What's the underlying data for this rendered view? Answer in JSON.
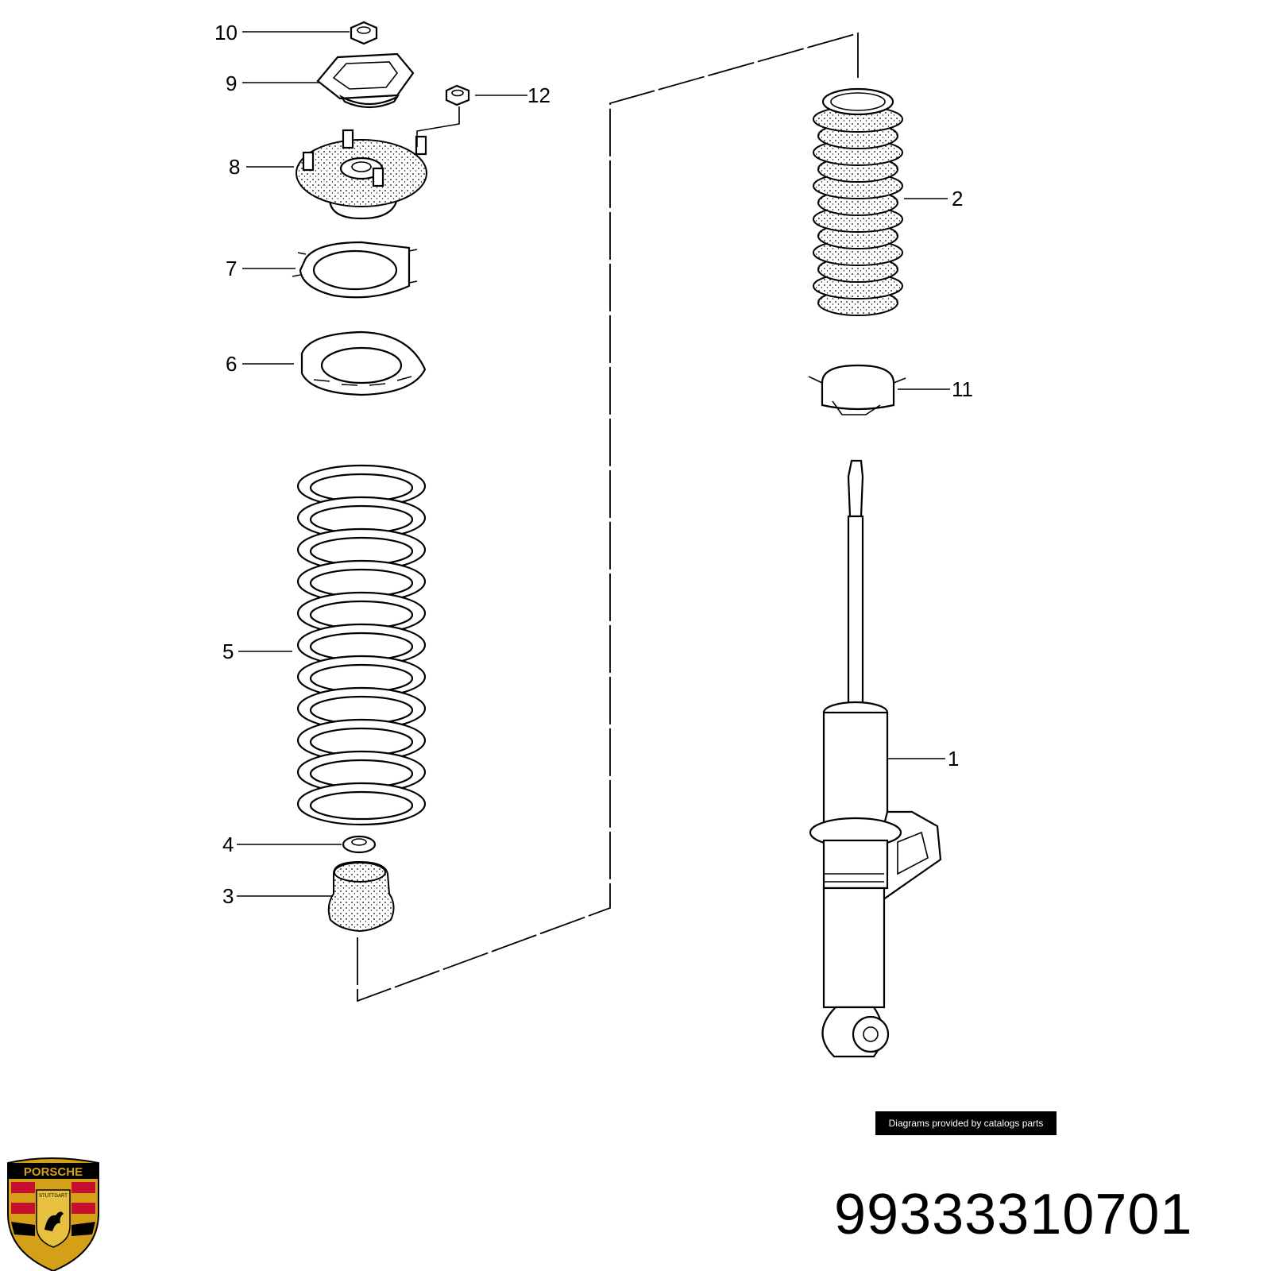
{
  "diagram": {
    "callouts": [
      {
        "id": "1",
        "label": "1"
      },
      {
        "id": "2",
        "label": "2"
      },
      {
        "id": "3",
        "label": "3"
      },
      {
        "id": "4",
        "label": "4"
      },
      {
        "id": "5",
        "label": "5"
      },
      {
        "id": "6",
        "label": "6"
      },
      {
        "id": "7",
        "label": "7"
      },
      {
        "id": "8",
        "label": "8"
      },
      {
        "id": "9",
        "label": "9"
      },
      {
        "id": "10",
        "label": "10"
      },
      {
        "id": "11",
        "label": "11"
      },
      {
        "id": "12",
        "label": "12"
      }
    ]
  },
  "credit": "Diagrams provided by catalogs parts",
  "part_number": "99333310701",
  "logo": {
    "wordmark": "PORSCHE",
    "city": "STUTTGART",
    "icon": "porsche-crest-icon"
  },
  "colors": {
    "ink": "#000000",
    "background": "#ffffff",
    "crest_red": "#c8102e",
    "crest_gold": "#d4a017"
  }
}
